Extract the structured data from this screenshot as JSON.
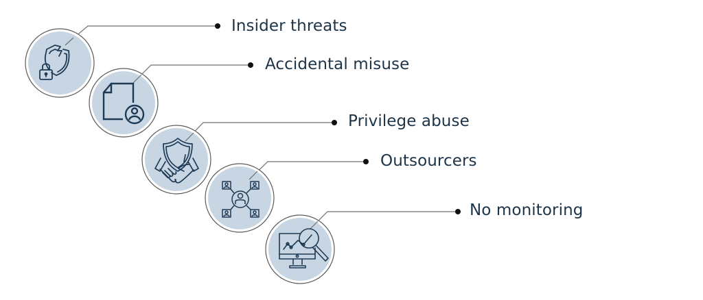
{
  "colors": {
    "circle_fill": "#c8d6e3",
    "circle_ring": "#5a5a5a",
    "icon_stroke": "#1d3a55",
    "connector": "#6e6e6e",
    "dot": "#111111",
    "text": "#1d3448"
  },
  "items": [
    {
      "label": "Insider threats",
      "icon": "broken-shield-lock-icon"
    },
    {
      "label": "Accidental misuse",
      "icon": "document-user-icon"
    },
    {
      "label": "Privilege abuse",
      "icon": "shield-handshake-icon"
    },
    {
      "label": "Outsourcers",
      "icon": "user-network-icon"
    },
    {
      "label": "No monitoring",
      "icon": "monitor-magnifier-icon"
    }
  ]
}
